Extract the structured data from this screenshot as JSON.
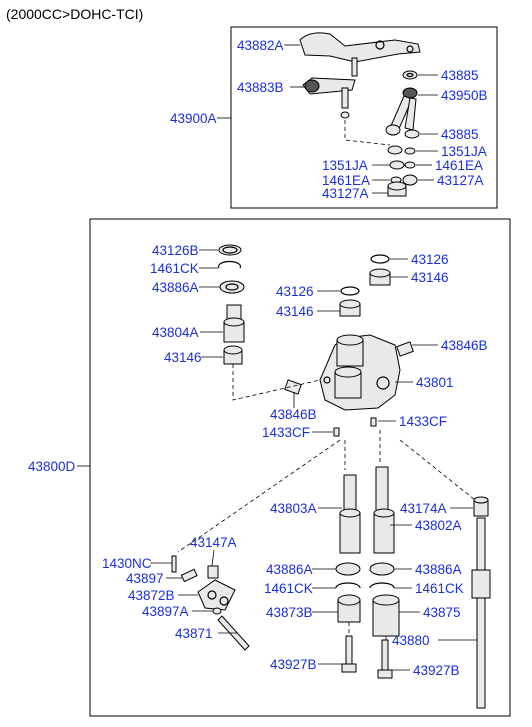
{
  "header": "(2000CC>DOHC-TCI)",
  "labels": {
    "l43882A": "43882A",
    "l43885a": "43885",
    "l43883B": "43883B",
    "l43950B": "43950B",
    "l43900A": "43900A",
    "l43885b": "43885",
    "l1351JAa": "1351JA",
    "l1351JAb": "1351JA",
    "l1461EAa": "1461EA",
    "l1461EAb": "1461EA",
    "l43127Aa": "43127A",
    "l43127Ab": "43127A",
    "l43126B": "43126B",
    "l1461CK": "1461CK",
    "l43886A": "43886A",
    "l43804A": "43804A",
    "l43146a": "43146",
    "l43126a": "43126",
    "l43146b": "43146",
    "l43126b": "43126",
    "l43146c": "43146",
    "l43846Ba": "43846B",
    "l43801": "43801",
    "l43846Bb": "43846B",
    "l1433CFa": "1433CF",
    "l1433CFb": "1433CF",
    "l43800D": "43800D",
    "l43803A": "43803A",
    "l43174A": "43174A",
    "l43802A": "43802A",
    "l43147A": "43147A",
    "l1430NC": "1430NC",
    "l43897": "43897",
    "l43872B": "43872B",
    "l43897A": "43897A",
    "l43871": "43871",
    "l43886Ab": "43886A",
    "l43886Ac": "43886A",
    "l1461CKb": "1461CK",
    "l1461CKc": "1461CK",
    "l43873B": "43873B",
    "l43875": "43875",
    "l43880": "43880",
    "l43927Ba": "43927B",
    "l43927Bb": "43927B"
  }
}
